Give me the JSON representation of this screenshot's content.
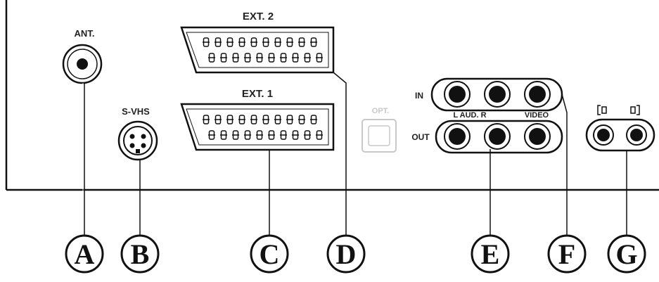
{
  "labels": {
    "ant": "ANT.",
    "svhs": "S-VHS",
    "ext2": "EXT. 2",
    "ext1": "EXT. 1",
    "opt": "OPT.",
    "in": "IN",
    "out": "OUT",
    "l_aud_r": "L  AUD.  R",
    "video": "VIDEO",
    "headphone": "[◘   ◘]"
  },
  "callouts": [
    "A",
    "B",
    "C",
    "D",
    "E",
    "F",
    "G"
  ],
  "colors": {
    "line": "#111111",
    "faint": "#c8c8c8",
    "paper": "#ffffff"
  }
}
